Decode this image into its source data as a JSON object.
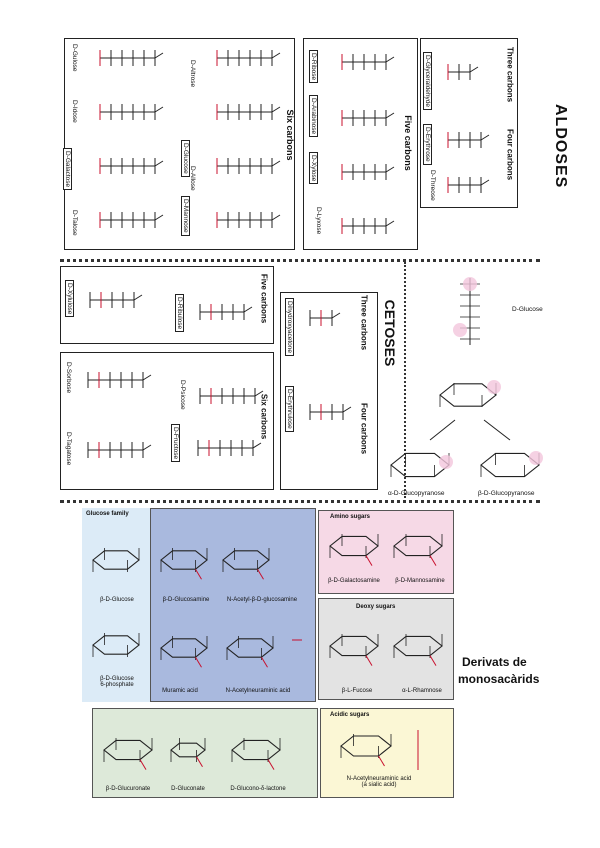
{
  "aldoses": {
    "title": "ALDOSES",
    "three_carbons": {
      "label": "Three carbons",
      "names": [
        "D-Glyceraldehyde"
      ]
    },
    "four_carbons": {
      "label": "Four carbons",
      "names": [
        "D-Erythrose",
        "D-Threose"
      ]
    },
    "five_carbons": {
      "label": "Five  carbons",
      "names": [
        "D-Ribose",
        "D-Arabinose",
        "D-Xylose",
        "D-Lyxose"
      ]
    },
    "six_carbons": {
      "label": "Six  carbons",
      "names": [
        "D-Allose",
        "D-Altrose",
        "D-Glucose",
        "D-Mannose",
        "D-Gulose",
        "D-Idose",
        "D-Galactose",
        "D-Talose"
      ]
    }
  },
  "cetoses": {
    "title": "CETOSES",
    "three_carbons": {
      "label": "Three carbons",
      "names": [
        "Dihydroxyacetone"
      ]
    },
    "four_carbons": {
      "label": "Four carbons",
      "names": [
        "D-Erythrulose"
      ]
    },
    "five_carbons": {
      "label": "Five carbons",
      "names": [
        "D-Ribulose",
        "D-Xylulose"
      ]
    },
    "six_carbons": {
      "label": "Six carbons",
      "names": [
        "D-Psicose",
        "D-Fructose",
        "D-Sorbose",
        "D-Tagatose"
      ]
    }
  },
  "cyclization": {
    "open_label": "D-Glucose",
    "alpha_label": "α-D-Glucopyranose",
    "beta_label": "β-D-Glucopyranose"
  },
  "derivatives": {
    "title_line1": "Derivats de",
    "title_line2": "monosacàrids",
    "glucose_family": {
      "label": "Glucose family",
      "items": [
        "β-D-Glucose",
        "β-D-Glucose\n6-phosphate",
        "β-D-Glucosamine",
        "N-Acetyl-β-D-glucosamine",
        "Muramic acid",
        "N-Acetylneuraminic acid"
      ]
    },
    "amino_sugars": {
      "label": "Amino sugars",
      "items": [
        "β-D-Galactosamine",
        "β-D-Mannosamine"
      ]
    },
    "deoxy_sugars": {
      "label": "Deoxy  sugars",
      "items": [
        "β-L-Fucose",
        "α-L-Rhamnose"
      ]
    },
    "acidic_sugars": {
      "label": "Acidic sugars",
      "items": [
        "β-D-Glucuronate",
        "D-Gluconate",
        "D-Glucono-δ-lactone",
        "N-Acetylneuraminic acid\n(a sialic acid)"
      ]
    }
  },
  "colors": {
    "pink": "#f2c6dc",
    "glucose_blue": "#dcebf7",
    "darker_blue": "#a9b9de",
    "amino_pink": "#f6d9e6",
    "deoxy_gray": "#e3e3e3",
    "acidic_green": "#dde9d9",
    "acidic_yellow": "#fbf7d5",
    "red": "#c8102e"
  }
}
